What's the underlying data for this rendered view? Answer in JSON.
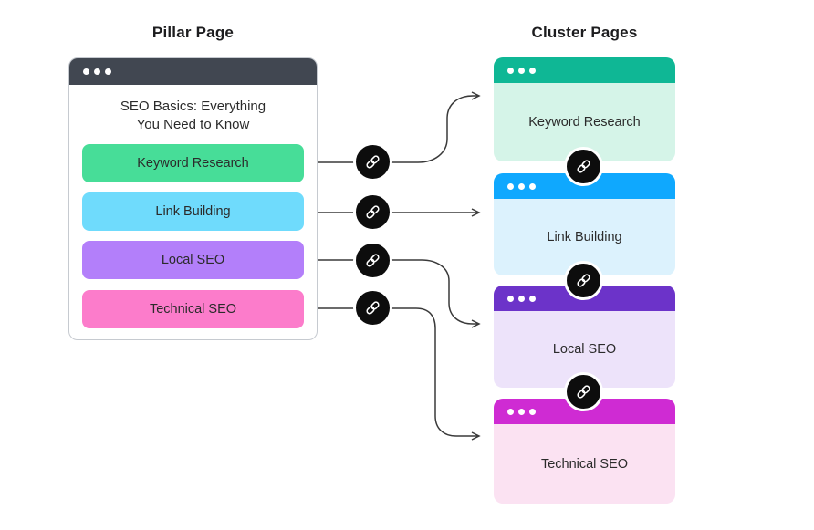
{
  "pillar": {
    "heading": "Pillar Page",
    "window_title_line1": "SEO Basics: Everything",
    "window_title_line2": "You Need to Know",
    "titlebar_color": "#414751",
    "buttons": [
      {
        "label": "Keyword Research",
        "color": "#47DD98"
      },
      {
        "label": "Link Building",
        "color": "#6FDBFC"
      },
      {
        "label": "Local SEO",
        "color": "#B37FFA"
      },
      {
        "label": "Technical SEO",
        "color": "#FC7CCB"
      }
    ]
  },
  "clusters": {
    "heading": "Cluster Pages",
    "pages": [
      {
        "label": "Keyword Research",
        "header_color": "#0FB795",
        "body_color": "#D5F4E8"
      },
      {
        "label": "Link Building",
        "header_color": "#0FA8FE",
        "body_color": "#DCF2FD"
      },
      {
        "label": "Local SEO",
        "header_color": "#6C33C9",
        "body_color": "#EDE3FA"
      },
      {
        "label": "Technical SEO",
        "header_color": "#CF2BD3",
        "body_color": "#FBE2F2"
      }
    ]
  },
  "icons": {
    "link_icon": "chain-link-icon",
    "window_dots": "window-dots"
  },
  "connector": {
    "color": "#3a3a3a"
  }
}
